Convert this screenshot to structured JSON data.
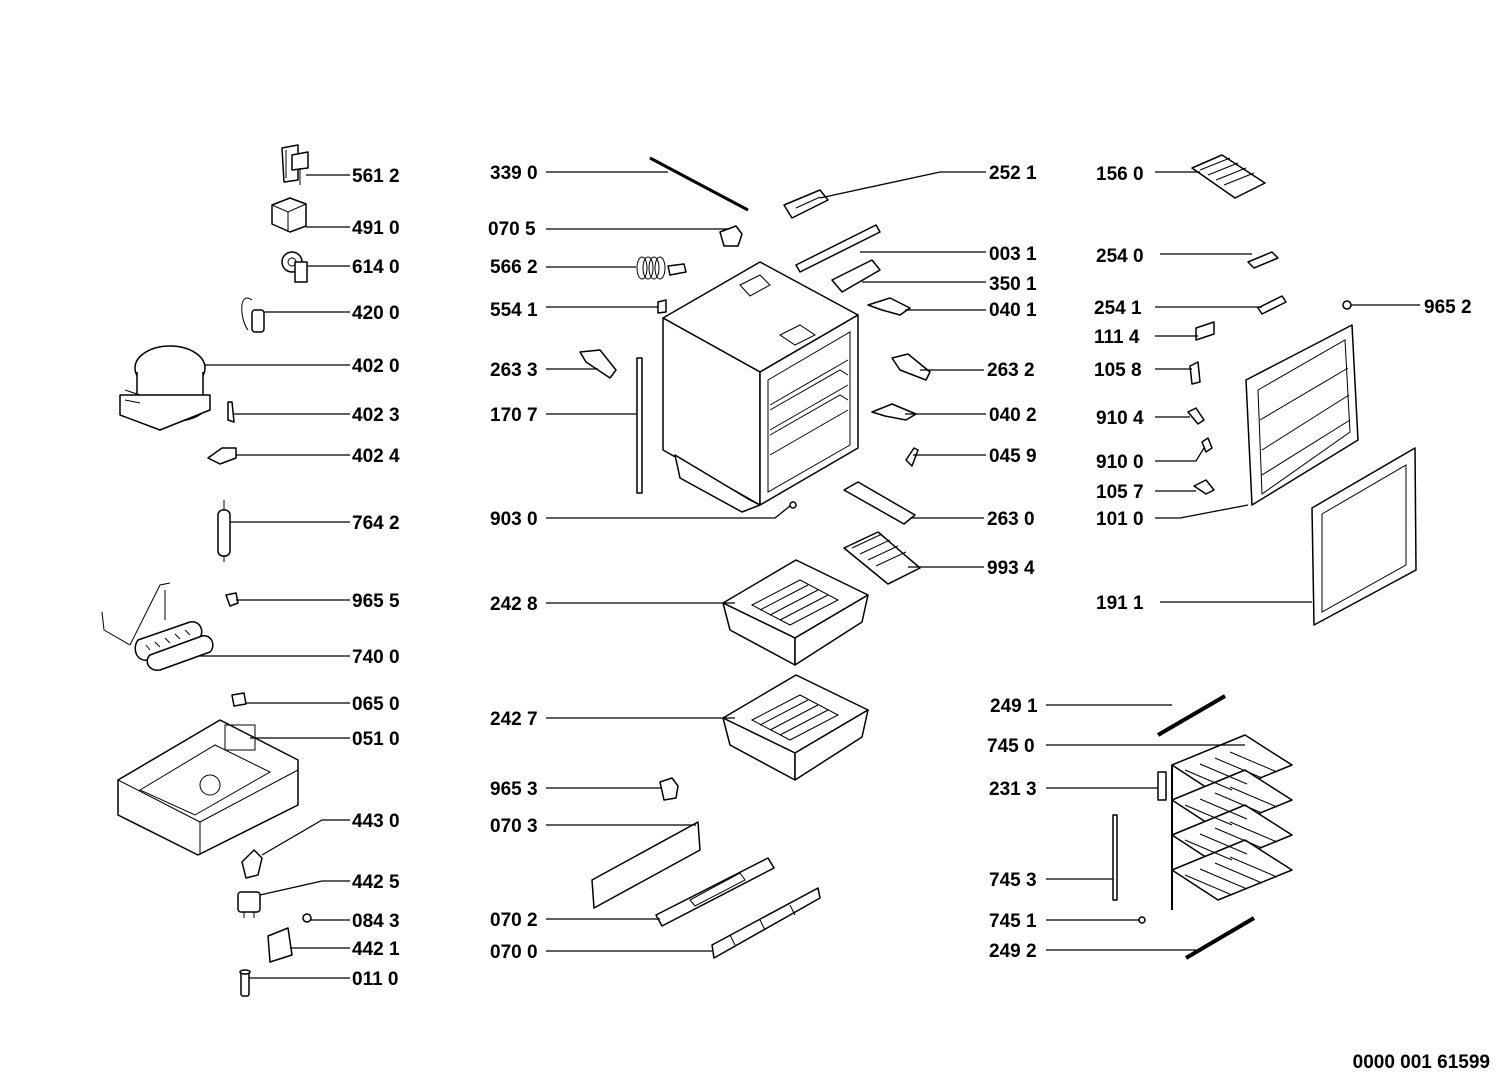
{
  "labels": {
    "l5612": "561 2",
    "l4910": "491 0",
    "l6140": "614 0",
    "l4200": "420 0",
    "l4020": "402 0",
    "l4023": "402 3",
    "l4024": "402 4",
    "l7642": "764 2",
    "l9655": "965 5",
    "l7400": "740 0",
    "l0650": "065 0",
    "l0510": "051 0",
    "l4430": "443 0",
    "l4425": "442 5",
    "l0843": "084 3",
    "l4421": "442 1",
    "l0110": "011 0",
    "l3390": "339 0",
    "l0705": "070 5",
    "l5662": "566 2",
    "l5541": "554 1",
    "l2633": "263 3",
    "l1707": "170 7",
    "l9030": "903 0",
    "l2428": "242 8",
    "l2427": "242 7",
    "l9653": "965 3",
    "l0703": "070 3",
    "l0702": "070 2",
    "l0700": "070 0",
    "l2521": "252 1",
    "l0031": "003 1",
    "l3501": "350 1",
    "l0401": "040 1",
    "l2632": "263 2",
    "l0402": "040 2",
    "l0459": "045 9",
    "l2630": "263 0",
    "l9934": "993 4",
    "l1560": "156 0",
    "l2540": "254 0",
    "l2541": "254 1",
    "l1114": "111 4",
    "l1058": "105 8",
    "l9104": "910 4",
    "l9100": "910 0",
    "l1057": "105 7",
    "l1010": "101 0",
    "l1911": "191 1",
    "l9652": "965 2",
    "l2491": "249 1",
    "l7450": "745 0",
    "l2313": "231 3",
    "l7453": "745 3",
    "l7451": "745 1",
    "l2492": "249 2"
  },
  "footer": {
    "code": "0000 001 61599"
  }
}
